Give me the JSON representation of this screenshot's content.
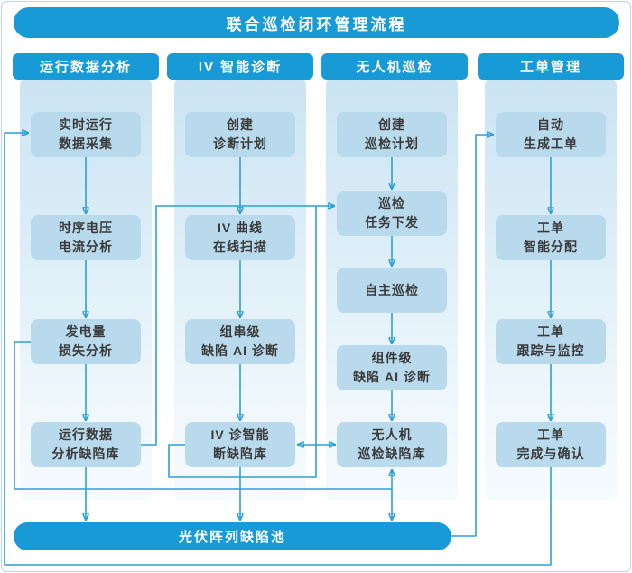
{
  "title": "联合巡检闭环管理流程",
  "pool_label": "光伏阵列缺陷池",
  "colors": {
    "accent_blue": "#189ad6",
    "connector_blue": "#2e9fd8",
    "box_fill": "#b9daec",
    "panel_top": "#cbe4f3",
    "panel_bottom": "#f6fbfe",
    "box_text": "#3a3a3a"
  },
  "columns": [
    {
      "header": "运行数据分析",
      "boxes": [
        {
          "lines": [
            "实时运行",
            "数据采集"
          ]
        },
        {
          "lines": [
            "时序电压",
            "电流分析"
          ]
        },
        {
          "lines": [
            "发电量",
            "损失分析"
          ]
        },
        {
          "lines": [
            "运行数据",
            "分析缺陷库"
          ]
        }
      ]
    },
    {
      "header": "IV 智能诊断",
      "boxes": [
        {
          "lines": [
            "创建",
            "诊断计划"
          ]
        },
        {
          "lines": [
            "IV 曲线",
            "在线扫描"
          ]
        },
        {
          "lines": [
            "组串级",
            "缺陷 AI 诊断"
          ]
        },
        {
          "lines": [
            "IV 诊智能",
            "断缺陷库"
          ]
        }
      ]
    },
    {
      "header": "无人机巡检",
      "boxes": [
        {
          "lines": [
            "创建",
            "巡检计划"
          ]
        },
        {
          "lines": [
            "巡检",
            "任务下发"
          ]
        },
        {
          "lines": [
            "自主巡检"
          ]
        },
        {
          "lines": [
            "组件级",
            "缺陷 AI 诊断"
          ]
        },
        {
          "lines": [
            "无人机",
            "巡检缺陷库"
          ]
        }
      ]
    },
    {
      "header": "工单管理",
      "boxes": [
        {
          "lines": [
            "自动",
            "生成工单"
          ]
        },
        {
          "lines": [
            "工单",
            "智能分配"
          ]
        },
        {
          "lines": [
            "工单",
            "跟踪与监控"
          ]
        },
        {
          "lines": [
            "工单",
            "完成与确认"
          ]
        }
      ]
    }
  ]
}
